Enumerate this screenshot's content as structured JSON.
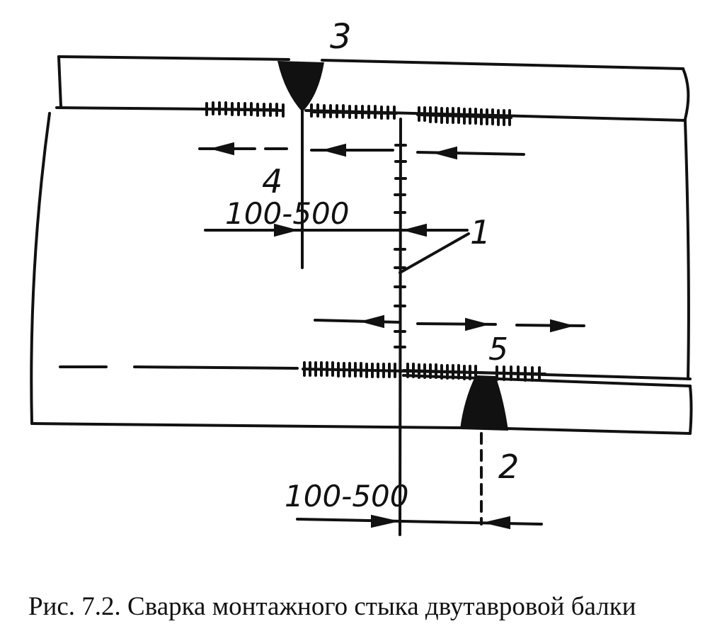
{
  "labels": {
    "part_1": "1",
    "part_2": "2",
    "part_3": "3",
    "part_4": "4",
    "part_5": "5",
    "offset_top": "100-500",
    "offset_bottom": "100-500"
  },
  "caption": "Рис. 7.2. Сварка монтажного стыка двутавровой балки",
  "colors": {
    "ink": "#111111",
    "background": "#ffffff"
  }
}
